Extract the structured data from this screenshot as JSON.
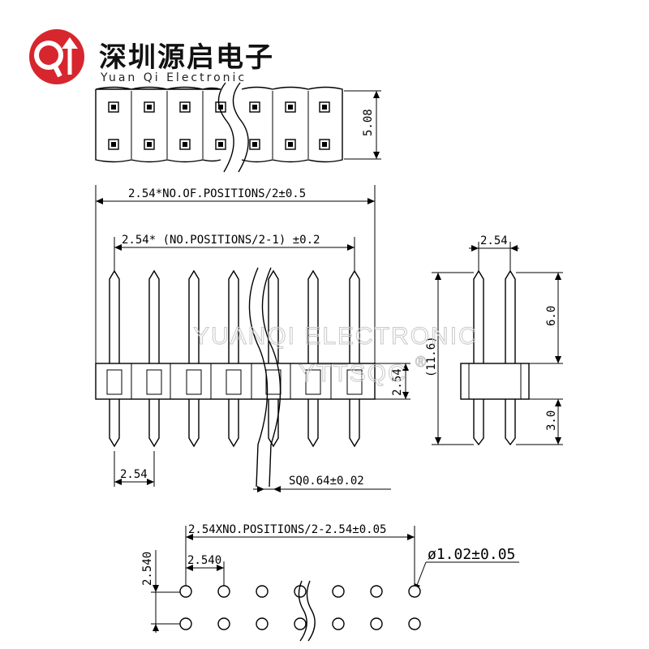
{
  "brand": {
    "name_cn": "深圳源启电子",
    "name_en": "Yuan Qi Electronic",
    "logo_color": "#d7262e"
  },
  "watermark": {
    "line1": "YUANQI ELECTRONIC",
    "line2": "YTTSQC",
    "mark": "®"
  },
  "dimensions": {
    "top_view_pitch": "5.08",
    "overall_length": "2.54*NO.OF.POSITIONS/2±0.5",
    "pin_span": "2.54* (NO.POSITIONS/2-1) ±0.2",
    "insulator_height": "2.54",
    "pin_pitch": "2.54",
    "pin_square": "SQ0.64±0.02",
    "side_pitch": "2.54",
    "overall_height": "(11.6)",
    "upper_pin": "6.0",
    "lower_pin": "3.0",
    "pcb_span": "2.54XNO.POSITIONS/2-2.54±0.05",
    "pcb_row_pitch": "2.540",
    "pcb_col_pitch": "2.540",
    "hole_diameter": "ø1.02±0.05"
  }
}
